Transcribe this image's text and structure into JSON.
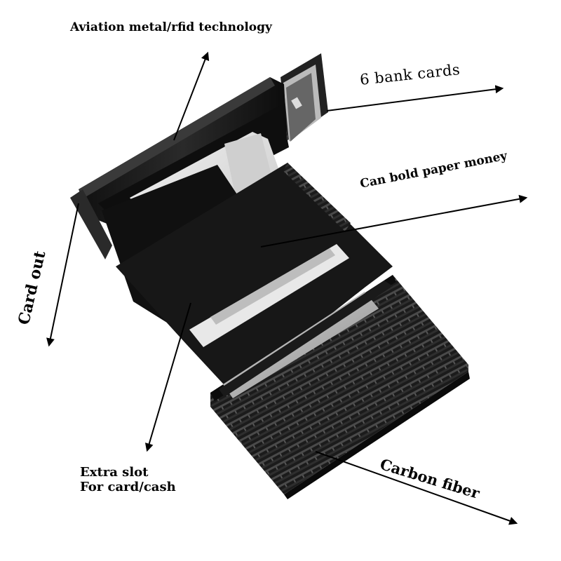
{
  "image": {
    "subject": "carbon-fiber-wallet",
    "colors": {
      "background": "#ffffff",
      "wallet_dark": "#161616",
      "carbon_light": "#3a3a3a",
      "metal_card": "#1c1c1c",
      "banknote": "#e6e6e6",
      "text": "#000000"
    }
  },
  "labels": {
    "aviation": "Aviation metal/rfid technology",
    "bank_cards": "6 bank cards",
    "paper_money": "Can bold paper money",
    "card_out": "Card out",
    "extra_slot_line1": "Extra slot",
    "extra_slot_line2": "For card/cash",
    "carbon_fiber": "Carbon fiber"
  }
}
